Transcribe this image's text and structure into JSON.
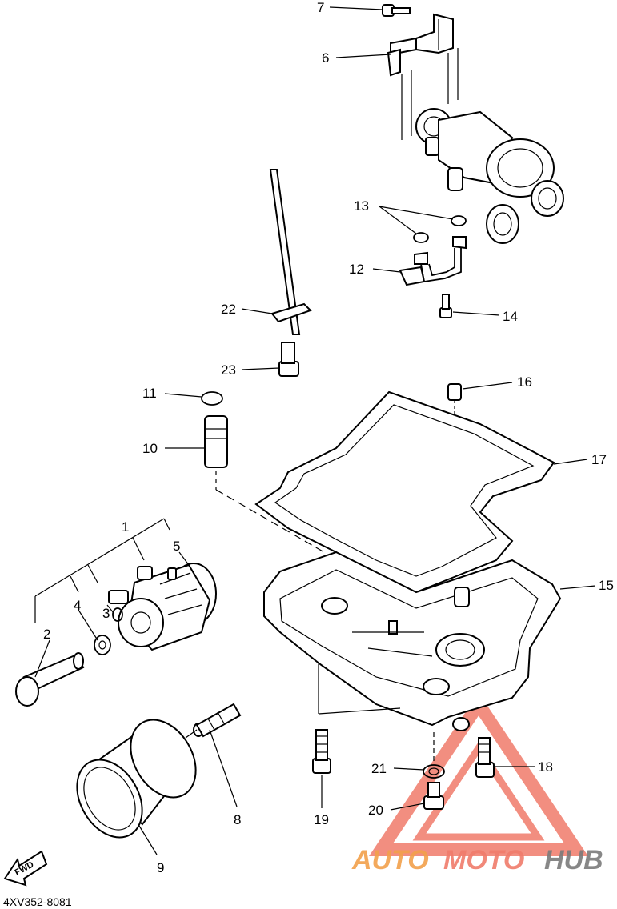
{
  "diagram": {
    "code": "4XV352-8081",
    "direction_label": "FWD",
    "callouts": [
      "1",
      "2",
      "3",
      "4",
      "5",
      "6",
      "7",
      "8",
      "9",
      "10",
      "11",
      "12",
      "13",
      "14",
      "15",
      "16",
      "17",
      "18",
      "19",
      "20",
      "21",
      "22",
      "23"
    ],
    "watermark": {
      "text_a": "AUTO",
      "text_b": "MOTO",
      "text_c": "HUB",
      "accent": "#f07b6a",
      "dark": "#7a7a7a"
    }
  }
}
